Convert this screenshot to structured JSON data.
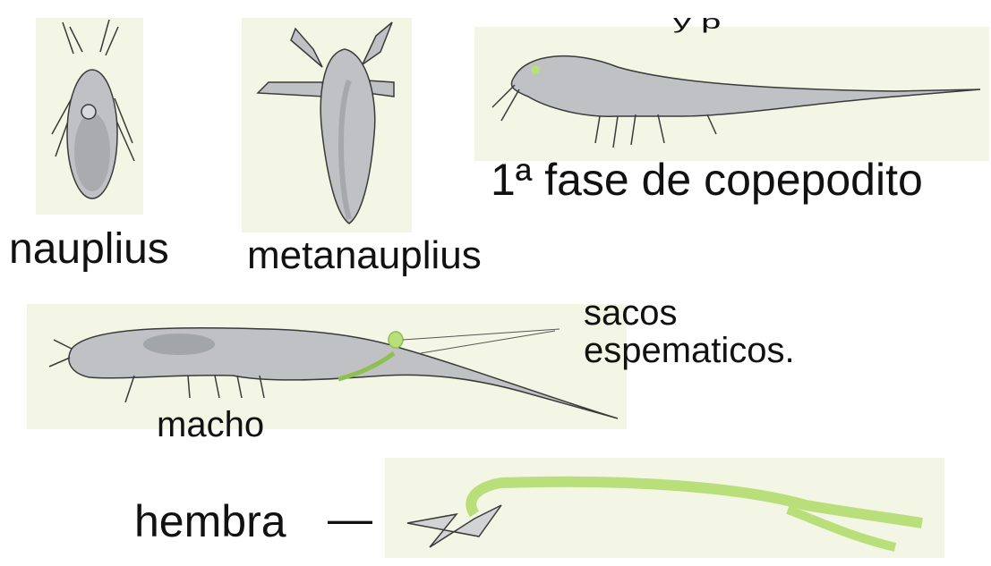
{
  "labels": {
    "nauplius": "nauplius",
    "metanauplius": "metanauplius",
    "copepodito": "1ª fase de copepodito",
    "sacos": "sacos",
    "espematicos": "espematicos.",
    "macho": "macho",
    "hembra": "hembra",
    "hembra_leader": "—",
    "top_fragment": "y p"
  },
  "colors": {
    "panel_bg": "#f3f6e4",
    "body_gray": "#bfc1c4",
    "body_dark": "#8d9094",
    "outline": "#3a3a3a",
    "sac_green": "#b9df7a",
    "sac_green_dark": "#8fbf4e"
  }
}
